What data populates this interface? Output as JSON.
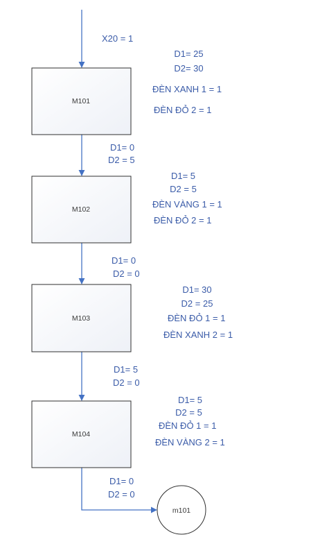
{
  "flow": {
    "start_condition": "X20 = 1",
    "steps": [
      {
        "name": "M101",
        "outputs": [
          "D1= 25",
          "D2= 30",
          "ĐÈN XANH 1  = 1",
          "ĐÈN ĐỎ 2 =  1"
        ],
        "transition": [
          "D1= 0",
          "D2 = 5"
        ]
      },
      {
        "name": "M102",
        "outputs": [
          "D1= 5",
          "D2 = 5",
          "ĐÈN VÀNG 1 = 1",
          "ĐÈN ĐỎ 2 = 1"
        ],
        "transition": [
          "D1=  0",
          "D2 = 0"
        ]
      },
      {
        "name": "M103",
        "outputs": [
          "D1= 30",
          "D2 = 25",
          "ĐÈN ĐỎ 1 = 1",
          "ĐÈN XANH 2 = 1"
        ],
        "transition": [
          "D1= 5",
          "D2 = 0"
        ]
      },
      {
        "name": "M104",
        "outputs": [
          "D1= 5",
          "D2 = 5",
          "ĐÈN ĐỎ 1 = 1",
          "ĐÈN VÀNG 2 = 1"
        ],
        "transition": [
          "D1= 0",
          "D2 = 0"
        ]
      }
    ],
    "end_node": "m101"
  },
  "colors": {
    "line": "#4472c4",
    "text": "#3a5ba8",
    "box_border": "#2f2f2f"
  }
}
